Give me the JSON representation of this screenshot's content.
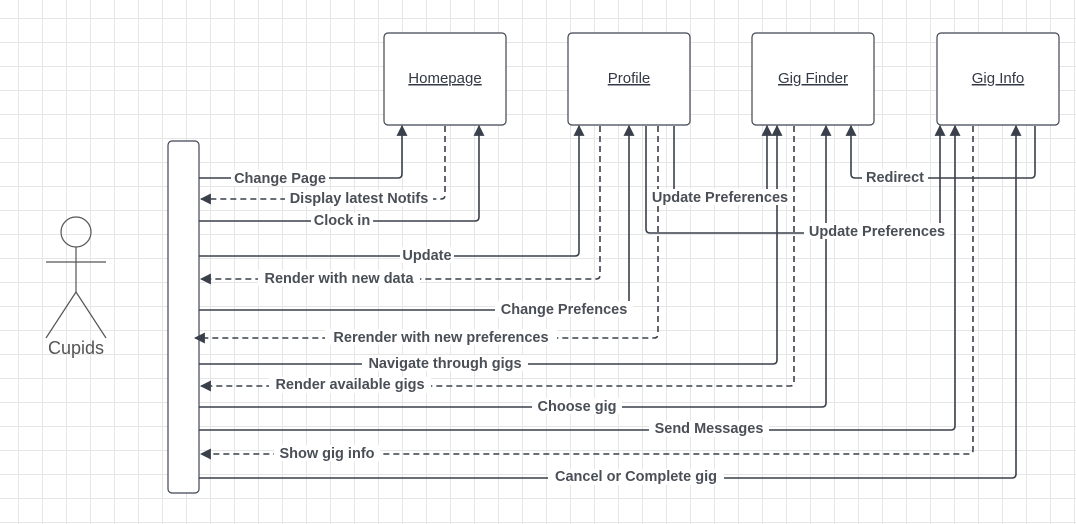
{
  "actor": {
    "name": "Cupids"
  },
  "components": [
    {
      "id": "homepage",
      "label": "Homepage"
    },
    {
      "id": "profile",
      "label": "Profile"
    },
    {
      "id": "gig_finder",
      "label": "Gig Finder"
    },
    {
      "id": "gig_info",
      "label": "Gig Info"
    }
  ],
  "messages": [
    {
      "label": "Change Page",
      "from": "Cupids",
      "to": "Homepage",
      "style": "solid"
    },
    {
      "label": "Display latest Notifs",
      "from": "Homepage",
      "to": "Cupids",
      "style": "dashed"
    },
    {
      "label": "Clock in",
      "from": "Cupids",
      "to": "Homepage",
      "style": "solid"
    },
    {
      "label": "Update",
      "from": "Cupids",
      "to": "Profile",
      "style": "solid"
    },
    {
      "label": "Render with new data",
      "from": "Profile",
      "to": "Cupids",
      "style": "dashed"
    },
    {
      "label": "Change Prefences",
      "from": "Cupids",
      "to": "Profile",
      "style": "solid"
    },
    {
      "label": "Rerender with new preferences",
      "from": "Profile",
      "to": "Cupids",
      "style": "dashed"
    },
    {
      "label": "Update Preferences",
      "from": "Profile",
      "to": "Gig Finder",
      "style": "solid"
    },
    {
      "label": "Update Preferences",
      "from": "Profile",
      "to": "Gig Info",
      "style": "solid"
    },
    {
      "label": "Redirect",
      "from": "Gig Info",
      "to": "Gig Finder",
      "style": "solid"
    },
    {
      "label": "Navigate through gigs",
      "from": "Cupids",
      "to": "Gig Finder",
      "style": "solid"
    },
    {
      "label": "Render available gigs",
      "from": "Gig Finder",
      "to": "Cupids",
      "style": "dashed"
    },
    {
      "label": "Choose gig",
      "from": "Cupids",
      "to": "Gig Finder",
      "style": "solid"
    },
    {
      "label": "Send Messages",
      "from": "Cupids",
      "to": "Gig Info",
      "style": "solid"
    },
    {
      "label": "Show gig info",
      "from": "Gig Info",
      "to": "Cupids",
      "style": "dashed"
    },
    {
      "label": "Cancel or Complete gig",
      "from": "Cupids",
      "to": "Gig Info",
      "style": "solid"
    }
  ]
}
